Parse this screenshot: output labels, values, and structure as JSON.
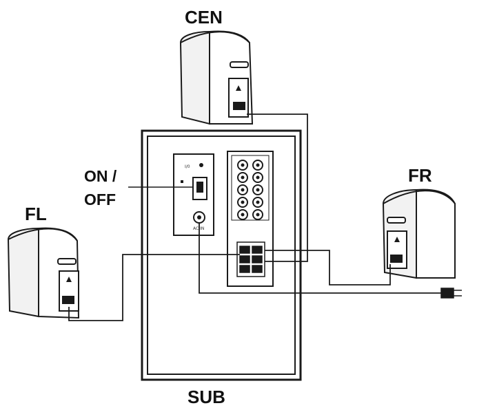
{
  "labels": {
    "center": "CEN",
    "front_left": "FL",
    "front_right": "FR",
    "subwoofer": "SUB",
    "power_switch_line1": "ON /",
    "power_switch_line2": "OFF"
  },
  "colors": {
    "line": "#1a1a1a",
    "panel": "#ffffff",
    "background": "#ffffff"
  }
}
